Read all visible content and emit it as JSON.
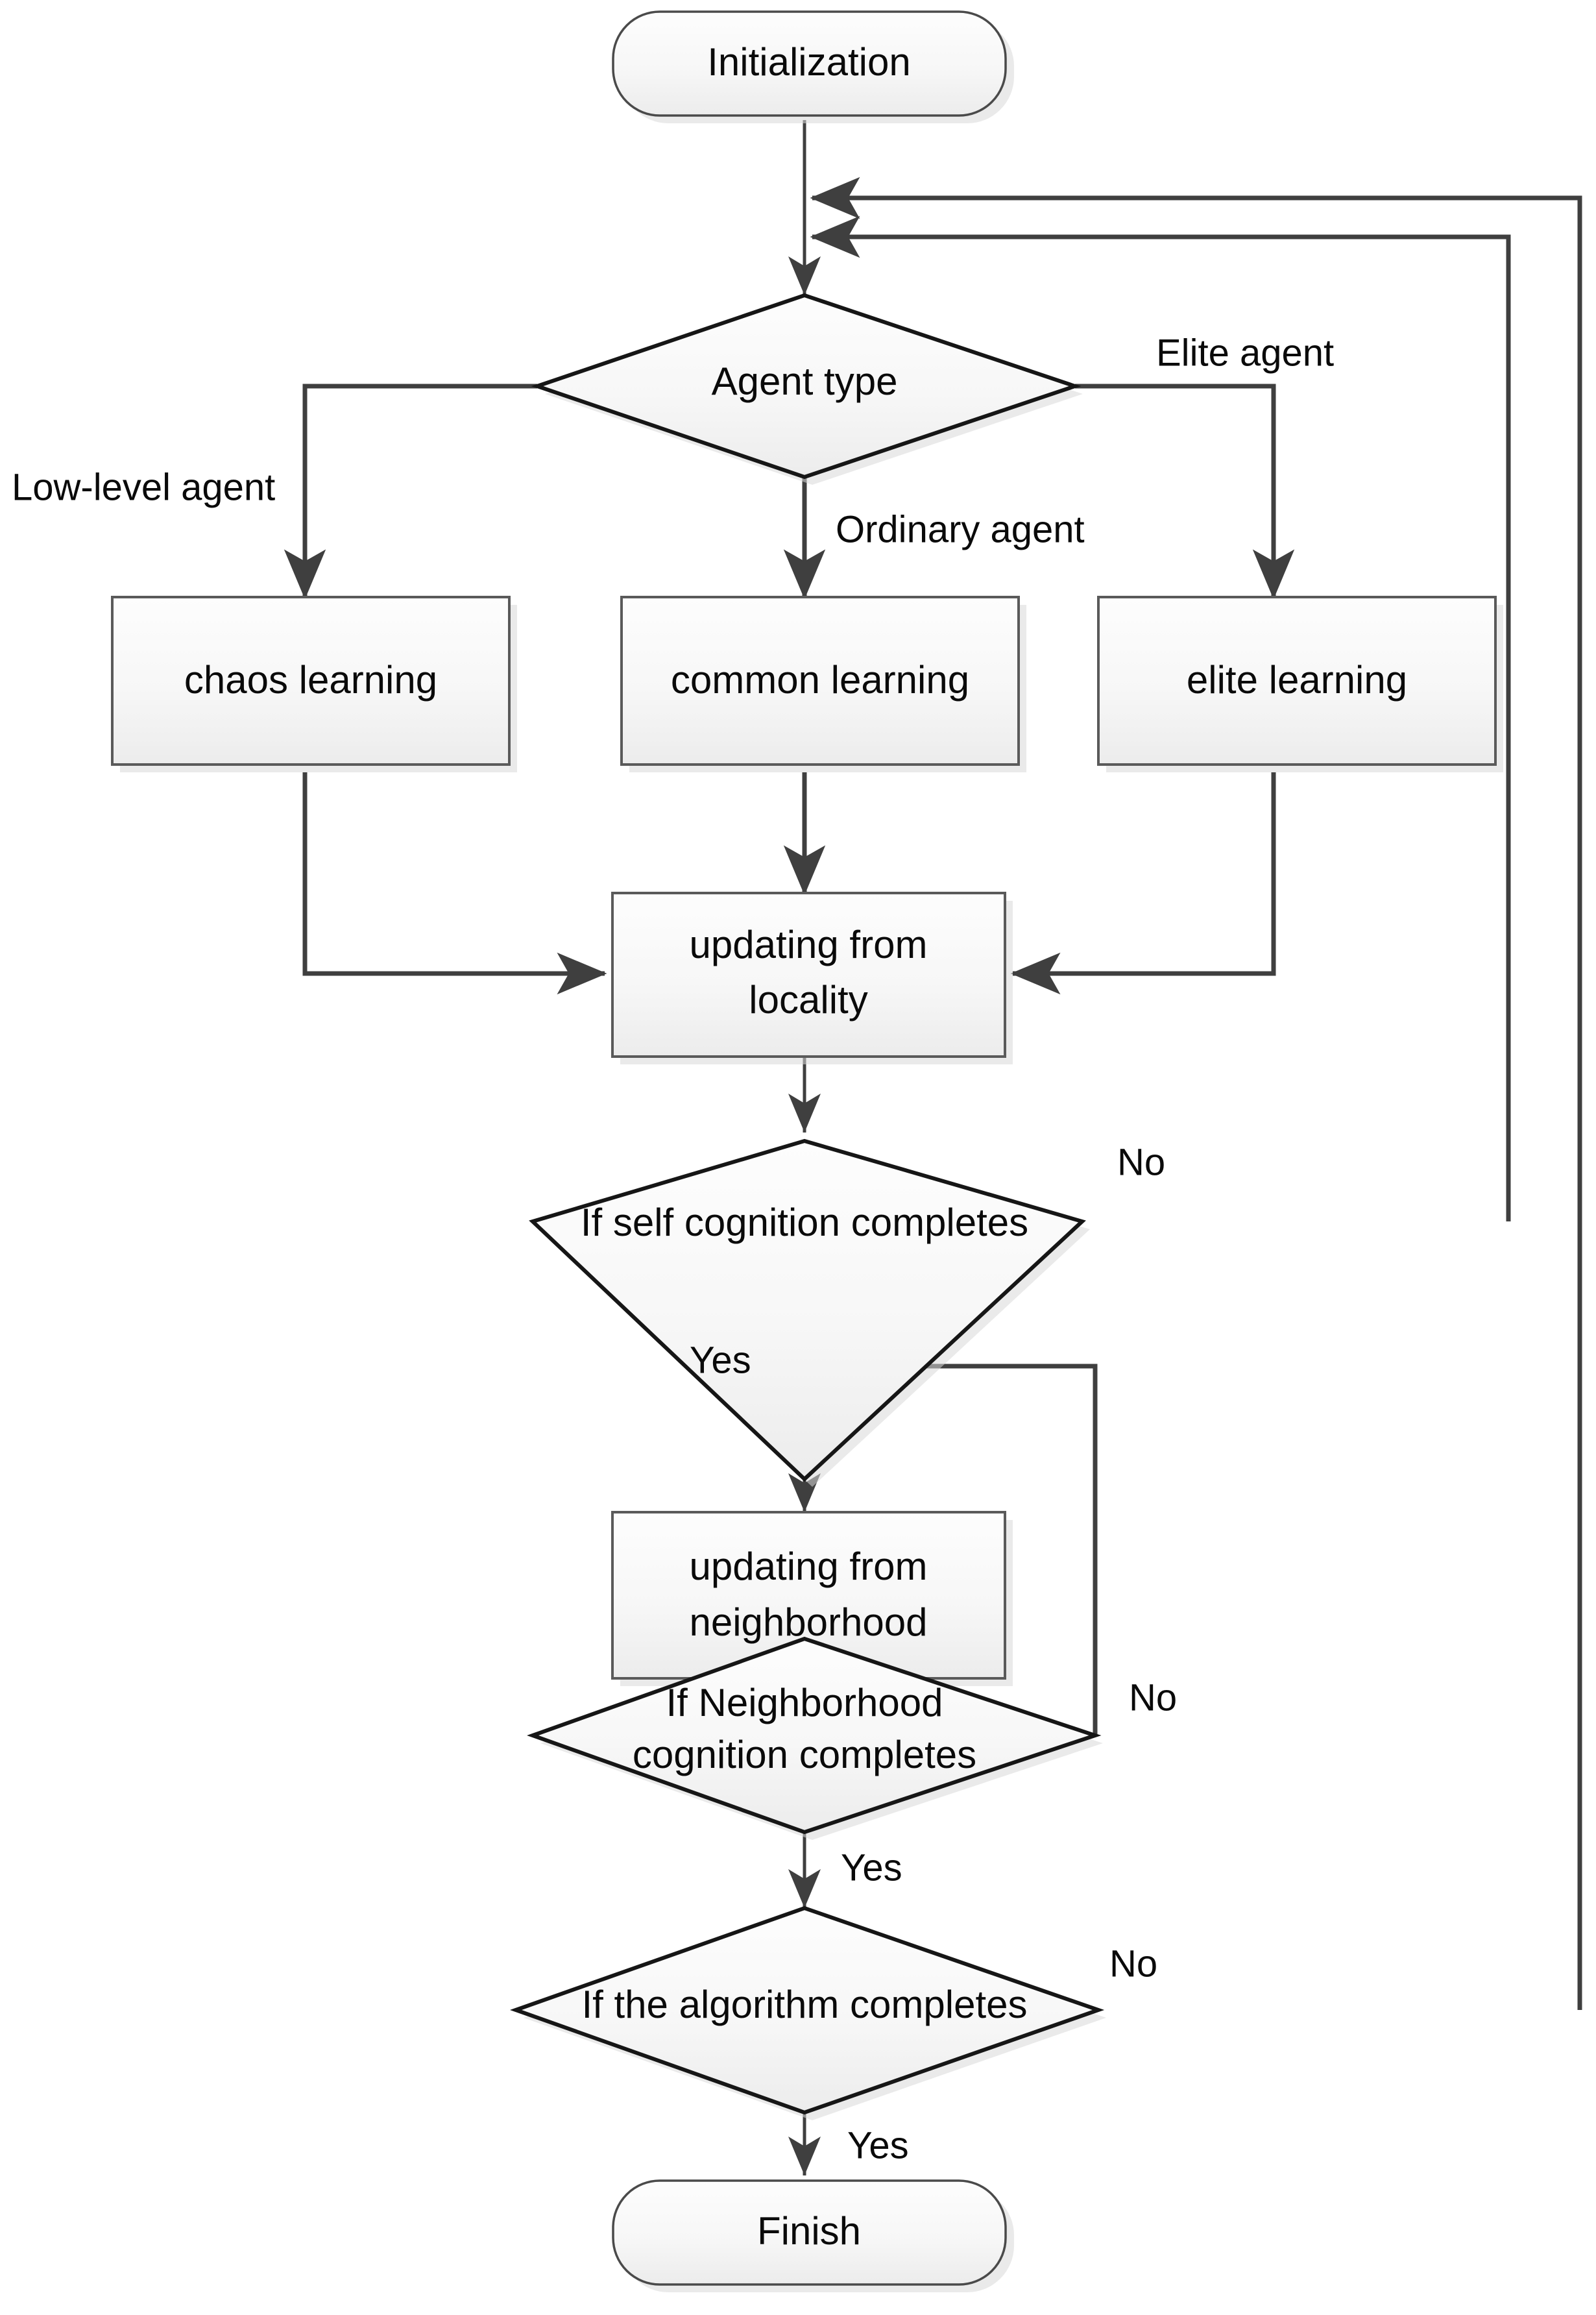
{
  "diagram": {
    "type": "flowchart",
    "title": "Agent learning algorithm flowchart",
    "colors": {
      "background": "#ffffff",
      "node_fill_top": "#fcfcfc",
      "node_fill_bottom": "#ededed",
      "node_stroke_decision": "#161616",
      "node_stroke_process": "#5a5a5a",
      "connector": "#3f3f3f",
      "text": "#0a0a0a",
      "shadow": "#d9d9d9"
    }
  },
  "nodes": {
    "start": {
      "id": "start",
      "shape": "terminator",
      "label": "Initialization"
    },
    "agent_type": {
      "id": "agent_type",
      "shape": "decision",
      "label": "Agent type"
    },
    "chaos_learning": {
      "id": "chaos_learning",
      "shape": "process",
      "label": "chaos learning"
    },
    "common_learning": {
      "id": "common_learning",
      "shape": "process",
      "label": "common learning"
    },
    "elite_learning": {
      "id": "elite_learning",
      "shape": "process",
      "label": "elite learning"
    },
    "updating_locality": {
      "id": "updating_locality",
      "shape": "process",
      "label_line1": "updating from",
      "label_line2": "locality"
    },
    "self_cognition": {
      "id": "self_cognition",
      "shape": "decision",
      "label": "If self cognition completes"
    },
    "updating_neighborhood": {
      "id": "updating_neighborhood",
      "shape": "process",
      "label_line1": "updating from",
      "label_line2": "neighborhood"
    },
    "neighborhood_cognition": {
      "id": "neighborhood_cognition",
      "shape": "decision",
      "label_line1": "If Neighborhood",
      "label_line2": "cognition completes"
    },
    "algorithm_completes": {
      "id": "algorithm_completes",
      "shape": "decision",
      "label": "If the algorithm completes"
    },
    "finish": {
      "id": "finish",
      "shape": "terminator",
      "label": "Finish"
    }
  },
  "edge_labels": {
    "low_level_agent": "Low-level agent",
    "ordinary_agent": "Ordinary agent",
    "elite_agent": "Elite agent",
    "self_cognition_no": "No",
    "self_cognition_yes": "Yes",
    "neighborhood_no": "No",
    "neighborhood_yes": "Yes",
    "algorithm_no": "No",
    "algorithm_yes": "Yes"
  },
  "edges": [
    {
      "from": "start",
      "to": "agent_type",
      "label": ""
    },
    {
      "from": "agent_type",
      "to": "chaos_learning",
      "label": "Low-level agent"
    },
    {
      "from": "agent_type",
      "to": "common_learning",
      "label": "Ordinary agent"
    },
    {
      "from": "agent_type",
      "to": "elite_learning",
      "label": "Elite agent"
    },
    {
      "from": "chaos_learning",
      "to": "updating_locality",
      "label": ""
    },
    {
      "from": "common_learning",
      "to": "updating_locality",
      "label": ""
    },
    {
      "from": "elite_learning",
      "to": "updating_locality",
      "label": ""
    },
    {
      "from": "updating_locality",
      "to": "self_cognition",
      "label": ""
    },
    {
      "from": "self_cognition",
      "to": "agent_type",
      "label": "No"
    },
    {
      "from": "self_cognition",
      "to": "updating_neighborhood",
      "label": "Yes"
    },
    {
      "from": "updating_neighborhood",
      "to": "neighborhood_cognition",
      "label": ""
    },
    {
      "from": "neighborhood_cognition",
      "to": "updating_neighborhood",
      "label": "No"
    },
    {
      "from": "neighborhood_cognition",
      "to": "algorithm_completes",
      "label": "Yes"
    },
    {
      "from": "algorithm_completes",
      "to": "agent_type",
      "label": "No"
    },
    {
      "from": "algorithm_completes",
      "to": "finish",
      "label": "Yes"
    }
  ]
}
